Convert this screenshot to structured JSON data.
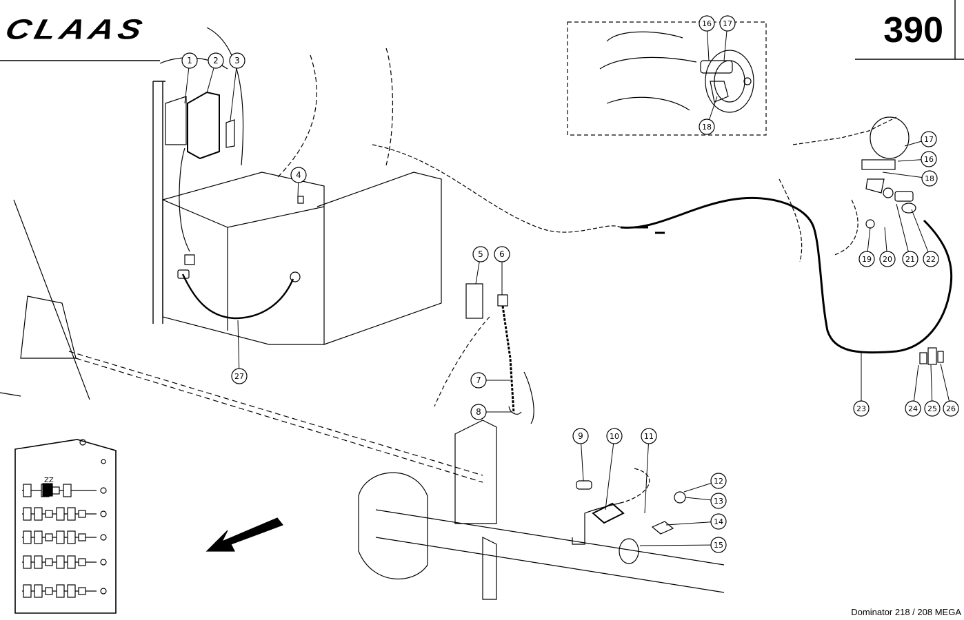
{
  "header": {
    "brand": "CLAAS",
    "page_number": "390"
  },
  "footer": {
    "model": "Dominator 218 / 208 MEGA"
  },
  "inset_labels": {
    "fuse": "ZZ"
  },
  "callouts": [
    "1",
    "2",
    "3",
    "4",
    "5",
    "6",
    "7",
    "8",
    "9",
    "10",
    "11",
    "12",
    "13",
    "14",
    "15",
    "16",
    "17",
    "18",
    "19",
    "20",
    "21",
    "22",
    "23",
    "24",
    "25",
    "26",
    "27",
    "16",
    "17",
    "18"
  ],
  "colors": {
    "ink": "#000000",
    "paper": "#ffffff"
  }
}
